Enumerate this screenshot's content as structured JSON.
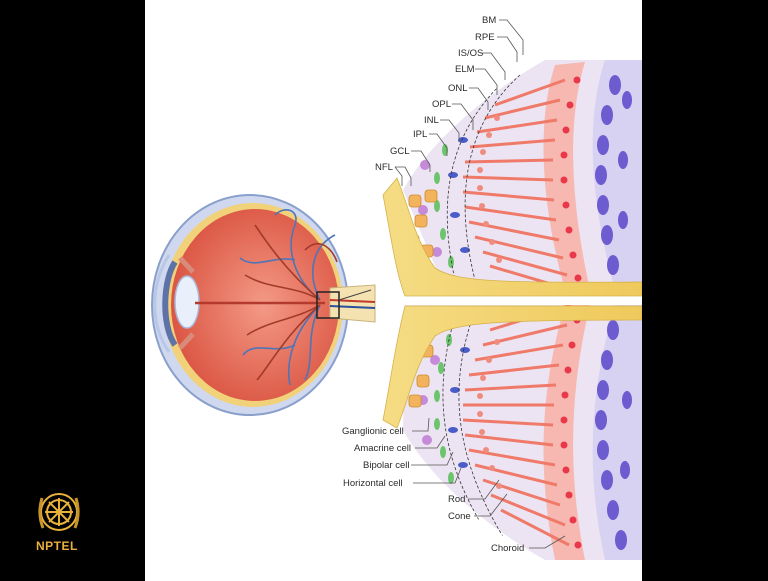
{
  "layer_labels": [
    "BM",
    "RPE",
    "IS/OS",
    "ELM",
    "ONL",
    "OPL",
    "INL",
    "IPL",
    "GCL",
    "NFL"
  ],
  "cell_labels": [
    "Ganglionic cell",
    "Amacrine cell",
    "Bipolar cell",
    "Horizontal cell",
    "Rod",
    "Cone",
    "Choroid"
  ],
  "logo_text": "NPTEL",
  "colors": {
    "slide_bg": "#ffffff",
    "frame_bg": "#000000",
    "nerve_fibre": "#f2d36b",
    "ganglion": "#f3b35c",
    "bipolar": "#6cc46c",
    "horizontal": "#4a5cc8",
    "photoreceptor": "#f07a6a",
    "rpe": "#e8384a",
    "choroid": "#6d5bd0",
    "eye_vitreous": "#e8604c",
    "logo": "#e8b13a"
  }
}
